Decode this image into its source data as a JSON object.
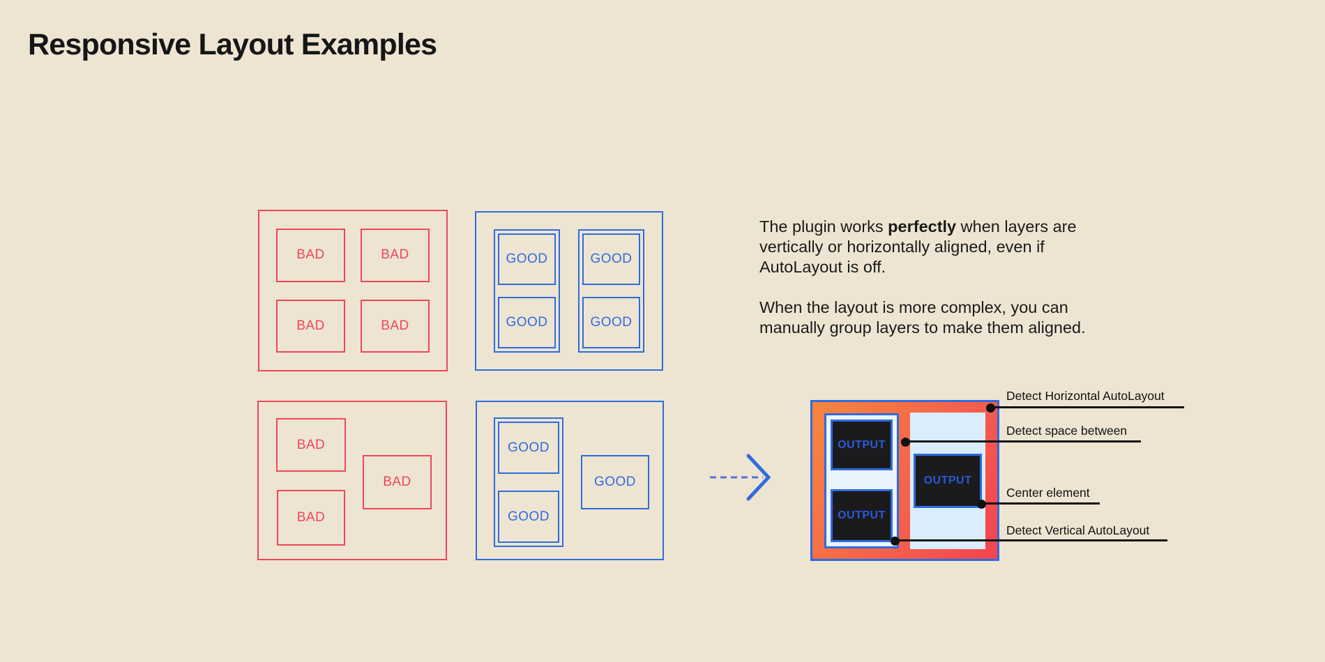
{
  "title": "Responsive Layout Examples",
  "labels": {
    "bad": "BAD",
    "good": "GOOD",
    "output": "OUTPUT"
  },
  "description": {
    "p1_prefix": "The plugin works ",
    "p1_bold": "perfectly",
    "p1_suffix": " when layers are vertically or horizontally aligned, even if AutoLayout is off.",
    "p2": "When the layout is more complex, you can manually group layers to make them aligned."
  },
  "annotations": {
    "horizontal": "Detect Horizontal AutoLayout",
    "space_between": "Detect space between",
    "center": "Center element",
    "vertical": "Detect Vertical AutoLayout"
  },
  "colors": {
    "background": "#EDE5D2",
    "bad": "#F0455C",
    "good": "#2F6BE0",
    "good_text": "#3569E0",
    "pale_blue": "#D9EDFC",
    "dark_box": "#1B1B1D",
    "output_text": "#2B59D8",
    "gradient_start": "#F6873E",
    "gradient_end": "#F4434F",
    "connector": "#111111"
  }
}
